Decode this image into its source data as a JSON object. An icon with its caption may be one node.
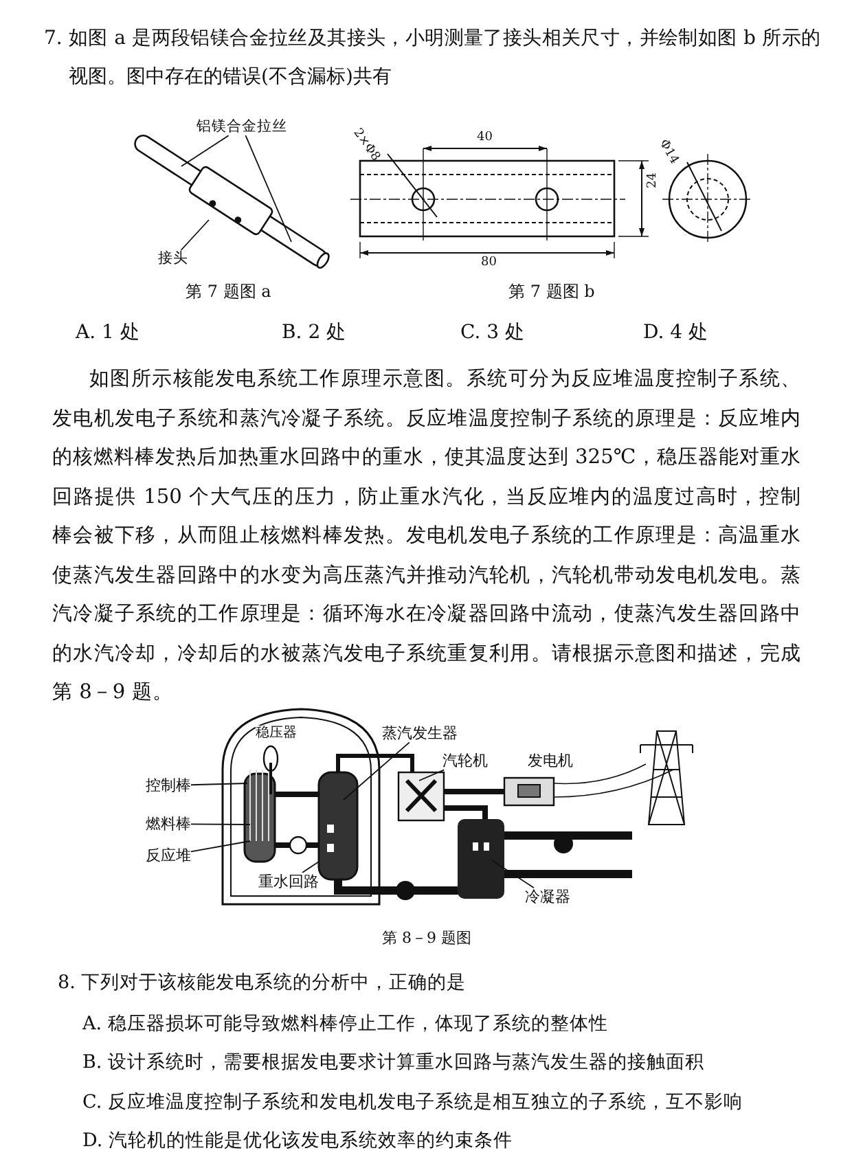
{
  "diagram": {
    "nodes": [
      {
        "text": [
          "铝镁合金拉丝"
        ]
      },
      {
        "text": [
          "接头"
        ]
      },
      {
        "text": [
          "蒸汽发生器"
        ]
      },
      {
        "text": [
          "汽轮机"
        ]
      },
      {
        "text": [
          "控制棒"
        ]
      },
      {
        "text": [
          "燃料棒"
        ]
      },
      {
        "text": [
          "反应堆"
        ]
      },
      {
        "text": [
          "重水回路"
        ]
      },
      {
        "text": [
          "冷凝器"
        ]
      }
    ],
    "edges": [
      {
        "from": 0,
        "to": null,
        "arrow": "none"
      },
      {
        "from": 0,
        "to": null,
        "arrow": "none"
      },
      {
        "from": 1,
        "to": null,
        "arrow": "none"
      },
      {
        "from": 2,
        "to": null,
        "arrow": "none"
      },
      {
        "from": 3,
        "to": null,
        "arrow": "none"
      },
      {
        "from": 4,
        "to": null,
        "arrow": "none"
      },
      {
        "from": 5,
        "to": null,
        "arrow": "none"
      },
      {
        "from": 6,
        "to": null,
        "arrow": "none"
      },
      {
        "from": 7,
        "to": null,
        "arrow": "none"
      },
      {
        "from": 8,
        "to": null,
        "arrow": "none"
      }
    ],
    "labels": [
      "7. 如图 a 是两段铝镁合金拉丝及其接头，小明测量了接头相关尺寸，并绘制如图 b 所示的视图。图中存在的错误(不含漏标)共有",
      "2×Φ8",
      "40",
      "Φ14",
      "24",
      "80",
      "第 7 题图 a",
      "第 7 题图 b",
      "A. 1 处",
      "B. 2 处",
      "C. 3 处",
      "D. 4 处",
      "如图所示核能发电系统工作原理示意图。系统可分为反应堆温度控制子系统、发电机发电子系统和蒸汽冷凝子系统。反应堆温度控制子系统的原理是：反应堆内的核燃料棒发热后加热重水回路中的重水，使其温度达到 325℃，稳压器能对重水回路提供 150 个大气压的压力，防止重水汽化，当反应堆内的温度过高时，控制棒会被下移，从而阻止核燃料棒发热。发电机发电子系统的工作原理是：高温重水使蒸汽发生器回路中的水变为高压蒸汽并推动汽轮机，汽轮机带动发电机发电。蒸汽冷凝子系统的工作原理是：循环海水在冷凝器回路中流动，使蒸汽发生器回路中的水汽冷却，冷却后的水被蒸汽发电子系统重复利用。请根据示意图和描述，完成第 8－9 题。",
      "稳压器",
      "发电机",
      "第 8－9 题图",
      "8. 下列对于该核能发电系统的分析中，正确的是",
      "A. 稳压器损坏可能导致燃料棒停止工作，体现了系统的整体性",
      "B. 设计系统时，需要根据发电要求计算重水回路与蒸汽发生器的接触面积",
      "C. 反应堆温度控制子系统和发电机发电子系统是相互独立的子系统，互不影响",
      "D. 汽轮机的性能是优化该发电系统效率的约束条件"
    ]
  }
}
